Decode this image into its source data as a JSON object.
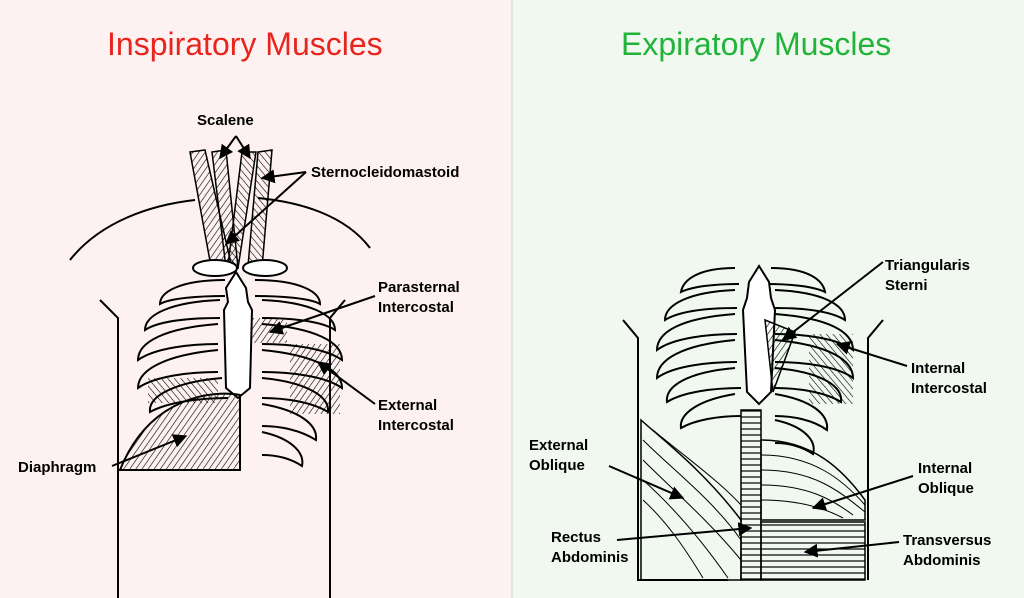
{
  "colors": {
    "inspiratory_title": "#e8251c",
    "expiratory_title": "#22b43a",
    "left_bg": "#fdf1f1",
    "right_bg": "#f0f8f0"
  },
  "inspiratory": {
    "title": "Inspiratory Muscles",
    "labels": {
      "scalene": "Scalene",
      "sternocleidomastoid": "Sternocleidomastoid",
      "parasternal_1": "Parasternal",
      "parasternal_2": "Intercostal",
      "external_1": "External",
      "external_2": "Intercostal",
      "diaphragm": "Diaphragm"
    }
  },
  "expiratory": {
    "title": "Expiratory Muscles",
    "labels": {
      "triangularis_1": "Triangularis",
      "triangularis_2": "Sterni",
      "internal_ic_1": "Internal",
      "internal_ic_2": "Intercostal",
      "external_oblique_1": "External",
      "external_oblique_2": "Oblique",
      "internal_oblique_1": "Internal",
      "internal_oblique_2": "Oblique",
      "rectus_1": "Rectus",
      "rectus_2": "Abdominis",
      "transversus_1": "Transversus",
      "transversus_2": "Abdominis"
    }
  }
}
